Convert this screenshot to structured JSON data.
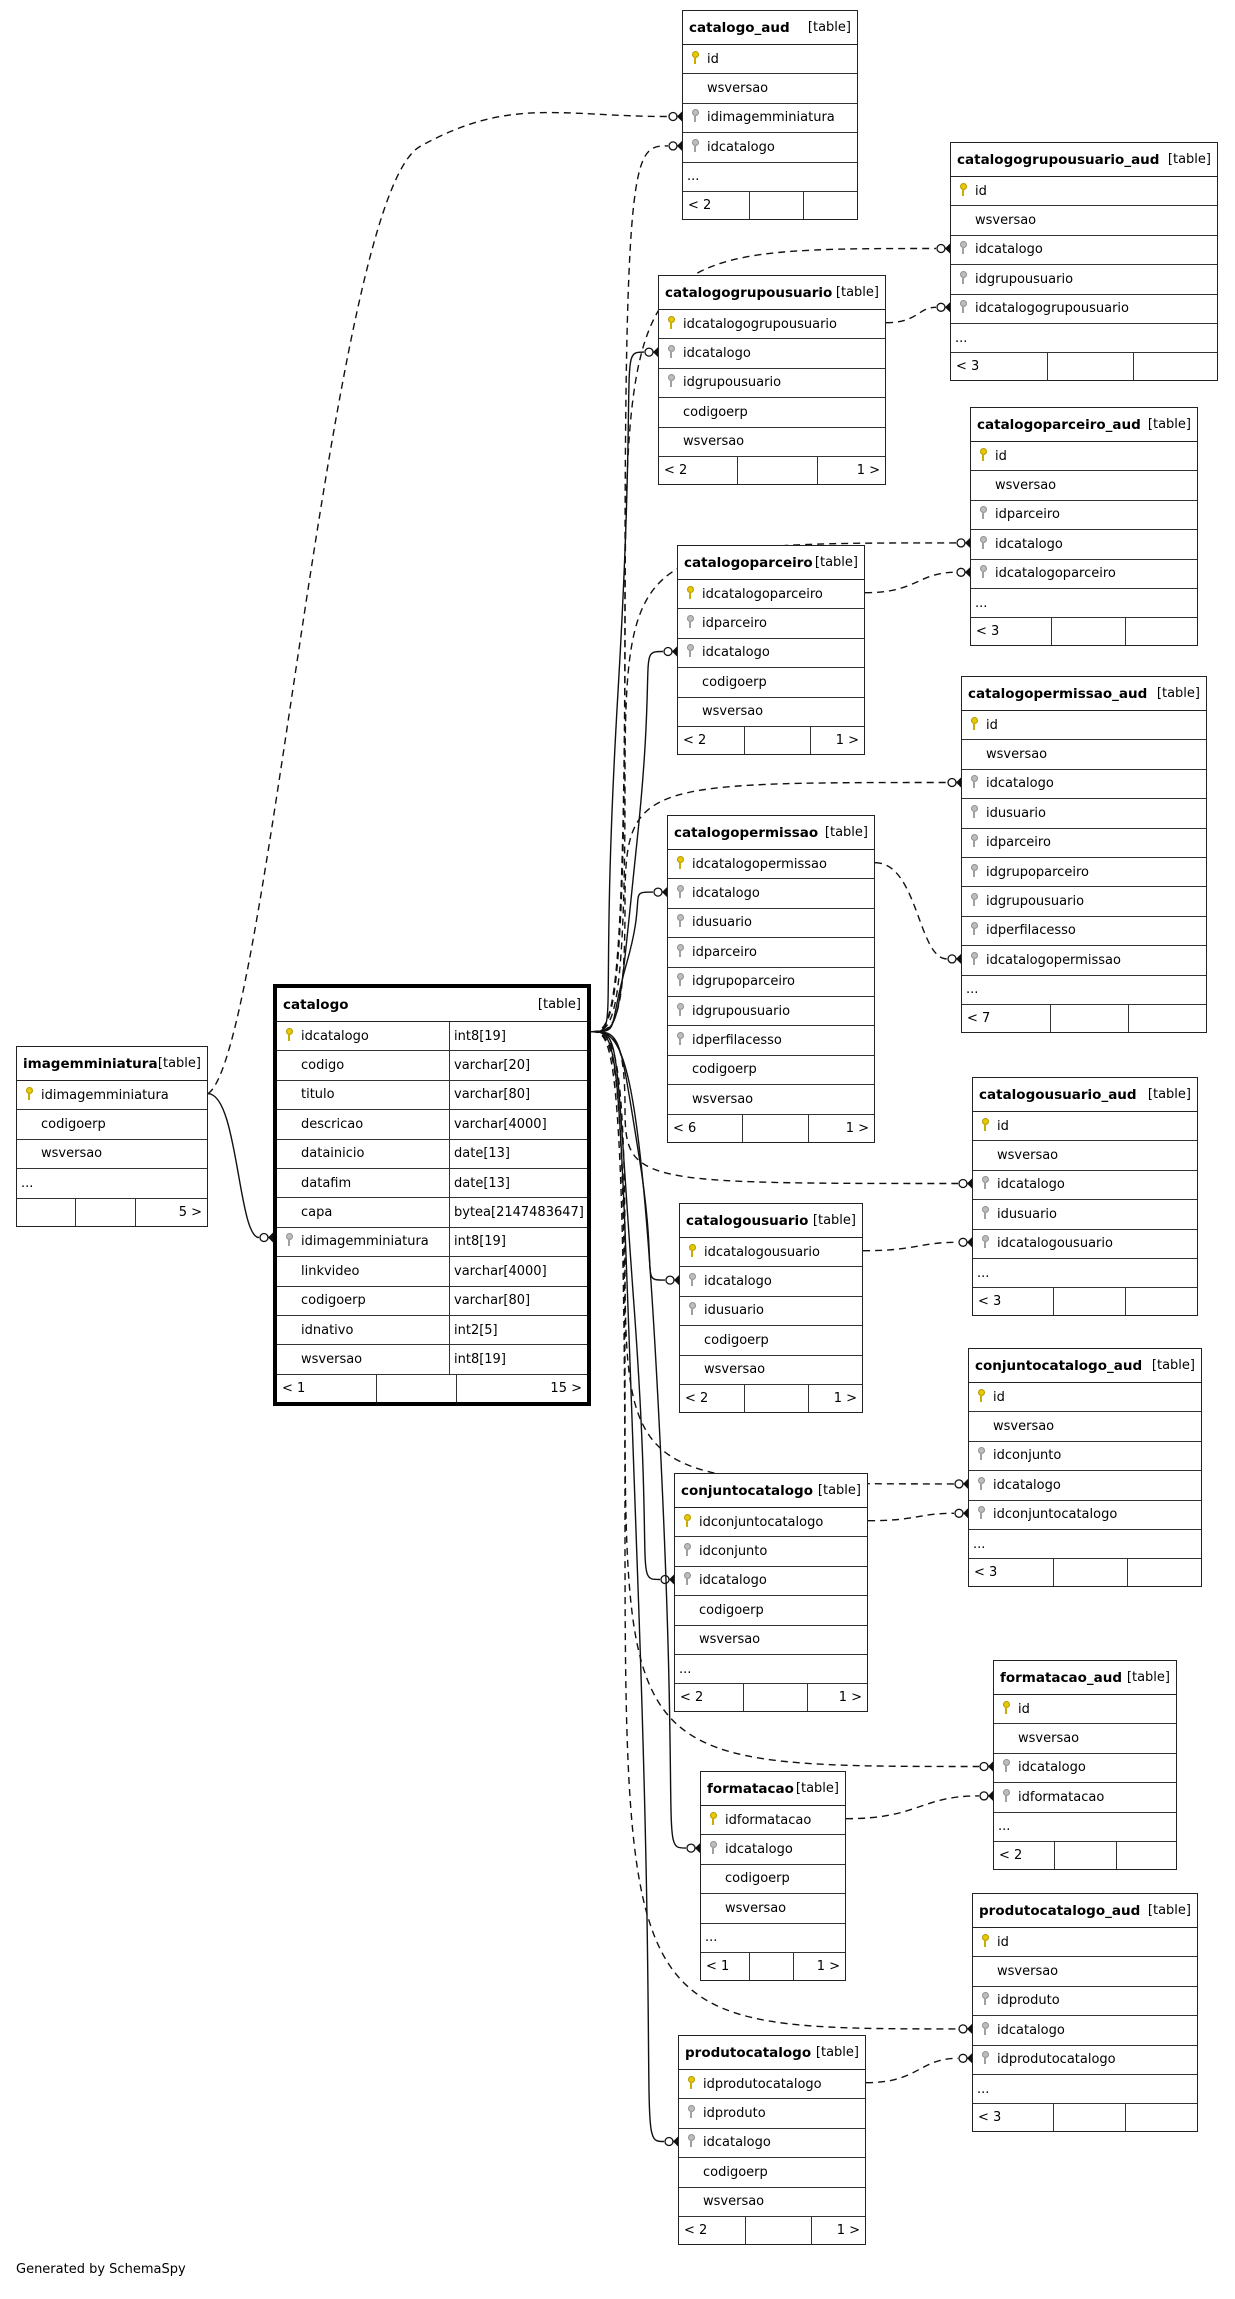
{
  "credit": "Generated by SchemaSpy",
  "tables": [
    {
      "id": "catalogo_aud",
      "name": "catalogo_aud",
      "tag": "[table]",
      "rows": [
        {
          "k": "pk",
          "n": "id"
        },
        {
          "k": "",
          "n": "wsversao"
        },
        {
          "k": "fk",
          "n": "idimagemminiatura"
        },
        {
          "k": "fk",
          "n": "idcatalogo"
        },
        {
          "k": "",
          "n": "..."
        }
      ],
      "footer": [
        "< 2",
        "",
        ""
      ]
    },
    {
      "id": "catalogogrupousuario_aud",
      "name": "catalogogrupousuario_aud",
      "tag": "[table]",
      "rows": [
        {
          "k": "pk",
          "n": "id"
        },
        {
          "k": "",
          "n": "wsversao"
        },
        {
          "k": "fk",
          "n": "idcatalogo"
        },
        {
          "k": "fk",
          "n": "idgrupousuario"
        },
        {
          "k": "fk",
          "n": "idcatalogogrupousuario"
        },
        {
          "k": "",
          "n": "..."
        }
      ],
      "footer": [
        "< 3",
        "",
        ""
      ]
    },
    {
      "id": "catalogogrupousuario",
      "name": "catalogogrupousuario",
      "tag": "[table]",
      "rows": [
        {
          "k": "pk",
          "n": "idcatalogogrupousuario"
        },
        {
          "k": "fk",
          "n": "idcatalogo"
        },
        {
          "k": "fk",
          "n": "idgrupousuario"
        },
        {
          "k": "",
          "n": "codigoerp"
        },
        {
          "k": "",
          "n": "wsversao"
        }
      ],
      "footer": [
        "< 2",
        "",
        "1 >"
      ]
    },
    {
      "id": "catalogoparceiro_aud",
      "name": "catalogoparceiro_aud",
      "tag": "[table]",
      "rows": [
        {
          "k": "pk",
          "n": "id"
        },
        {
          "k": "",
          "n": "wsversao"
        },
        {
          "k": "fk",
          "n": "idparceiro"
        },
        {
          "k": "fk",
          "n": "idcatalogo"
        },
        {
          "k": "fk",
          "n": "idcatalogoparceiro"
        },
        {
          "k": "",
          "n": "..."
        }
      ],
      "footer": [
        "< 3",
        "",
        ""
      ]
    },
    {
      "id": "catalogoparceiro",
      "name": "catalogoparceiro",
      "tag": "[table]",
      "rows": [
        {
          "k": "pk",
          "n": "idcatalogoparceiro"
        },
        {
          "k": "fk",
          "n": "idparceiro"
        },
        {
          "k": "fk",
          "n": "idcatalogo"
        },
        {
          "k": "",
          "n": "codigoerp"
        },
        {
          "k": "",
          "n": "wsversao"
        }
      ],
      "footer": [
        "< 2",
        "",
        "1 >"
      ]
    },
    {
      "id": "catalogopermissao_aud",
      "name": "catalogopermissao_aud",
      "tag": "[table]",
      "rows": [
        {
          "k": "pk",
          "n": "id"
        },
        {
          "k": "",
          "n": "wsversao"
        },
        {
          "k": "fk",
          "n": "idcatalogo"
        },
        {
          "k": "fk",
          "n": "idusuario"
        },
        {
          "k": "fk",
          "n": "idparceiro"
        },
        {
          "k": "fk",
          "n": "idgrupoparceiro"
        },
        {
          "k": "fk",
          "n": "idgrupousuario"
        },
        {
          "k": "fk",
          "n": "idperfilacesso"
        },
        {
          "k": "fk",
          "n": "idcatalogopermissao"
        },
        {
          "k": "",
          "n": "..."
        }
      ],
      "footer": [
        "< 7",
        "",
        ""
      ]
    },
    {
      "id": "catalogopermissao",
      "name": "catalogopermissao",
      "tag": "[table]",
      "rows": [
        {
          "k": "pk",
          "n": "idcatalogopermissao"
        },
        {
          "k": "fk",
          "n": "idcatalogo"
        },
        {
          "k": "fk",
          "n": "idusuario"
        },
        {
          "k": "fk",
          "n": "idparceiro"
        },
        {
          "k": "fk",
          "n": "idgrupoparceiro"
        },
        {
          "k": "fk",
          "n": "idgrupousuario"
        },
        {
          "k": "fk",
          "n": "idperfilacesso"
        },
        {
          "k": "",
          "n": "codigoerp"
        },
        {
          "k": "",
          "n": "wsversao"
        }
      ],
      "footer": [
        "< 6",
        "",
        "1 >"
      ]
    },
    {
      "id": "imagemminiatura",
      "name": "imagemminiatura",
      "tag": "[table]",
      "rows": [
        {
          "k": "pk",
          "n": "idimagemminiatura"
        },
        {
          "k": "",
          "n": "codigoerp"
        },
        {
          "k": "",
          "n": "wsversao"
        },
        {
          "k": "",
          "n": "..."
        }
      ],
      "footer": [
        "",
        "",
        "5 >"
      ]
    },
    {
      "id": "catalogo",
      "name": "catalogo",
      "tag": "[table]",
      "focus": true,
      "rows": [
        {
          "k": "pk",
          "n": "idcatalogo",
          "t": "int8[19]"
        },
        {
          "k": "",
          "n": "codigo",
          "t": "varchar[20]"
        },
        {
          "k": "",
          "n": "titulo",
          "t": "varchar[80]"
        },
        {
          "k": "",
          "n": "descricao",
          "t": "varchar[4000]"
        },
        {
          "k": "",
          "n": "datainicio",
          "t": "date[13]"
        },
        {
          "k": "",
          "n": "datafim",
          "t": "date[13]"
        },
        {
          "k": "",
          "n": "capa",
          "t": "bytea[2147483647]"
        },
        {
          "k": "fk",
          "n": "idimagemminiatura",
          "t": "int8[19]"
        },
        {
          "k": "",
          "n": "linkvideo",
          "t": "varchar[4000]"
        },
        {
          "k": "",
          "n": "codigoerp",
          "t": "varchar[80]"
        },
        {
          "k": "",
          "n": "idnativo",
          "t": "int2[5]"
        },
        {
          "k": "",
          "n": "wsversao",
          "t": "int8[19]"
        }
      ],
      "footer": [
        "< 1",
        "",
        "15 >"
      ]
    },
    {
      "id": "catalogousuario_aud",
      "name": "catalogousuario_aud",
      "tag": "[table]",
      "rows": [
        {
          "k": "pk",
          "n": "id"
        },
        {
          "k": "",
          "n": "wsversao"
        },
        {
          "k": "fk",
          "n": "idcatalogo"
        },
        {
          "k": "fk",
          "n": "idusuario"
        },
        {
          "k": "fk",
          "n": "idcatalogousuario"
        },
        {
          "k": "",
          "n": "..."
        }
      ],
      "footer": [
        "< 3",
        "",
        ""
      ]
    },
    {
      "id": "catalogousuario",
      "name": "catalogousuario",
      "tag": "[table]",
      "rows": [
        {
          "k": "pk",
          "n": "idcatalogousuario"
        },
        {
          "k": "fk",
          "n": "idcatalogo"
        },
        {
          "k": "fk",
          "n": "idusuario"
        },
        {
          "k": "",
          "n": "codigoerp"
        },
        {
          "k": "",
          "n": "wsversao"
        }
      ],
      "footer": [
        "< 2",
        "",
        "1 >"
      ]
    },
    {
      "id": "conjuntocatalogo_aud",
      "name": "conjuntocatalogo_aud",
      "tag": "[table]",
      "rows": [
        {
          "k": "pk",
          "n": "id"
        },
        {
          "k": "",
          "n": "wsversao"
        },
        {
          "k": "fk",
          "n": "idconjunto"
        },
        {
          "k": "fk",
          "n": "idcatalogo"
        },
        {
          "k": "fk",
          "n": "idconjuntocatalogo"
        },
        {
          "k": "",
          "n": "..."
        }
      ],
      "footer": [
        "< 3",
        "",
        ""
      ]
    },
    {
      "id": "conjuntocatalogo",
      "name": "conjuntocatalogo",
      "tag": "[table]",
      "rows": [
        {
          "k": "pk",
          "n": "idconjuntocatalogo"
        },
        {
          "k": "fk",
          "n": "idconjunto"
        },
        {
          "k": "fk",
          "n": "idcatalogo"
        },
        {
          "k": "",
          "n": "codigoerp"
        },
        {
          "k": "",
          "n": "wsversao"
        },
        {
          "k": "",
          "n": "..."
        }
      ],
      "footer": [
        "< 2",
        "",
        "1 >"
      ]
    },
    {
      "id": "formatacao_aud",
      "name": "formatacao_aud",
      "tag": "[table]",
      "rows": [
        {
          "k": "pk",
          "n": "id"
        },
        {
          "k": "",
          "n": "wsversao"
        },
        {
          "k": "fk",
          "n": "idcatalogo"
        },
        {
          "k": "fk",
          "n": "idformatacao"
        },
        {
          "k": "",
          "n": "..."
        }
      ],
      "footer": [
        "< 2",
        "",
        ""
      ]
    },
    {
      "id": "formatacao",
      "name": "formatacao",
      "tag": "[table]",
      "rows": [
        {
          "k": "pk",
          "n": "idformatacao"
        },
        {
          "k": "fk",
          "n": "idcatalogo"
        },
        {
          "k": "",
          "n": "codigoerp"
        },
        {
          "k": "",
          "n": "wsversao"
        },
        {
          "k": "",
          "n": "..."
        }
      ],
      "footer": [
        "< 1",
        "",
        "1 >"
      ]
    },
    {
      "id": "produtocatalogo_aud",
      "name": "produtocatalogo_aud",
      "tag": "[table]",
      "rows": [
        {
          "k": "pk",
          "n": "id"
        },
        {
          "k": "",
          "n": "wsversao"
        },
        {
          "k": "fk",
          "n": "idproduto"
        },
        {
          "k": "fk",
          "n": "idcatalogo"
        },
        {
          "k": "fk",
          "n": "idprodutocatalogo"
        },
        {
          "k": "",
          "n": "..."
        }
      ],
      "footer": [
        "< 3",
        "",
        ""
      ]
    },
    {
      "id": "produtocatalogo",
      "name": "produtocatalogo",
      "tag": "[table]",
      "rows": [
        {
          "k": "pk",
          "n": "idprodutocatalogo"
        },
        {
          "k": "fk",
          "n": "idproduto"
        },
        {
          "k": "fk",
          "n": "idcatalogo"
        },
        {
          "k": "",
          "n": "codigoerp"
        },
        {
          "k": "",
          "n": "wsversao"
        }
      ],
      "footer": [
        "< 2",
        "",
        "1 >"
      ]
    }
  ]
}
